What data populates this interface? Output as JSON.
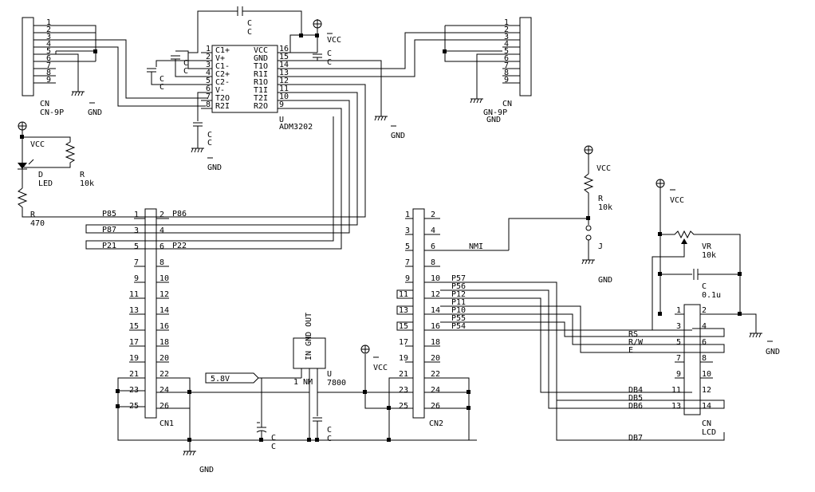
{
  "connector_left": {
    "pins": [
      "1",
      "2",
      "3",
      "4",
      "5",
      "6",
      "7",
      "8",
      "9"
    ],
    "label_type": "CN",
    "label_name": "CN-9P",
    "gnd": "GND"
  },
  "connector_right": {
    "pins": [
      "1",
      "2",
      "3",
      "4",
      "5",
      "6",
      "7",
      "8",
      "9"
    ],
    "label_type": "CN",
    "label_name": "GN-9P",
    "gnd": "GND"
  },
  "adm3202": {
    "cap_top": "C",
    "cap_top_val": "C",
    "cap_left1": "C",
    "cap_left1_val": "C",
    "cap_left2": "C",
    "cap_left2_val": "C",
    "cap_bottom": "C",
    "cap_bottom_val": "C",
    "cap_right": "C",
    "cap_right_val": "C",
    "left_pin_numbers": [
      "1",
      "2",
      "3",
      "4",
      "5",
      "6",
      "7",
      "8"
    ],
    "left_pin_names": [
      "C1+",
      "V+",
      "C1-",
      "C2+",
      "C2-",
      "V-",
      "T2O",
      "R2I"
    ],
    "right_pin_numbers": [
      "16",
      "15",
      "14",
      "13",
      "12",
      "11",
      "10",
      "9"
    ],
    "right_pin_names": [
      "VCC",
      "GND",
      "T1O",
      "R1I",
      "R1O",
      "T1I",
      "T2I",
      "R2O"
    ],
    "ref": "U",
    "part": "ADM3202",
    "vcc": "VCC",
    "gnd_bottom": "GND",
    "gnd_right": "GND"
  },
  "led_circuit": {
    "vcc": "VCC",
    "led_ref": "D",
    "led_val": "LED",
    "r1_ref": "R",
    "r1_val": "10k",
    "r2_ref": "R",
    "r2_val": "470"
  },
  "cn1": {
    "odd": [
      "1",
      "3",
      "5",
      "7",
      "9",
      "11",
      "13",
      "15",
      "17",
      "19",
      "21",
      "23",
      "25"
    ],
    "even": [
      "2",
      "4",
      "6",
      "8",
      "10",
      "12",
      "14",
      "16",
      "18",
      "20",
      "22",
      "24",
      "26"
    ],
    "labels_left": [
      "P85",
      "P87",
      "P21"
    ],
    "labels_right": [
      "P86",
      "",
      "P22"
    ],
    "name": "CN1",
    "gnd": "GND"
  },
  "regulator": {
    "pins": "IN GND OUT",
    "ref": "U",
    "part": "7800",
    "input": "5.8V",
    "pin_labels": "1 NM",
    "cap1_ref": "C",
    "cap1_val": "C",
    "cap2_ref": "C",
    "cap2_val": "C"
  },
  "cn2": {
    "odd": [
      "1",
      "3",
      "5",
      "7",
      "9",
      "11",
      "13",
      "15",
      "17",
      "19",
      "21",
      "23",
      "25"
    ],
    "even": [
      "2",
      "4",
      "6",
      "8",
      "10",
      "12",
      "14",
      "16",
      "18",
      "20",
      "22",
      "24",
      "26"
    ],
    "labels_right": [
      "NMI",
      "P57",
      "P56",
      "P12",
      "P11",
      "P10",
      "P55",
      "P54"
    ],
    "name": "CN2",
    "vcc": "VCC"
  },
  "reset_circuit": {
    "vcc": "VCC",
    "r_ref": "R",
    "r_val": "10k",
    "jumper": "J",
    "gnd": "GND"
  },
  "lcd": {
    "odd": [
      "1",
      "3",
      "5",
      "7",
      "9",
      "11",
      "13"
    ],
    "even": [
      "2",
      "4",
      "6",
      "8",
      "10",
      "12",
      "14"
    ],
    "signals": [
      "RS",
      "R/W",
      "E",
      "DB4",
      "DB5",
      "DB6",
      "DB7"
    ],
    "vcc": "VCC",
    "vr_ref": "VR",
    "vr_val": "10k",
    "cap_ref": "C",
    "cap_val": "0.1u",
    "gnd": "GND",
    "type": "CN",
    "name": "LCD"
  }
}
